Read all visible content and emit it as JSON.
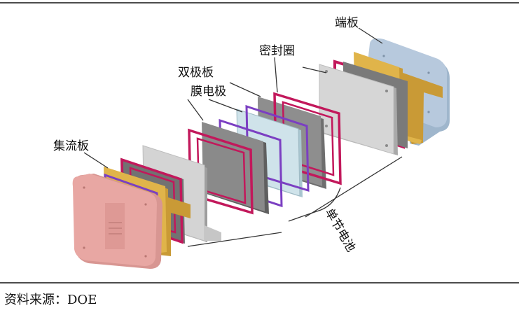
{
  "labels": {
    "end_plate": "端板",
    "gasket": "密封圈",
    "bipolar_plate": "双极板",
    "mea": "膜电极",
    "current_collector": "集流板",
    "single_cell": "单节电池"
  },
  "source": "资料来源：DOE",
  "colors": {
    "end_plate_right": "#b7c9dd",
    "end_plate_left": "#e8a7a3",
    "current_collector": "#e0b44a",
    "gasket": "#c2185b",
    "membrane_gasket": "#7b3fc2",
    "mea": "#cfe3ea",
    "bipolar_plate": "#8e8e8e",
    "metal_plate": "#d6d6d6"
  }
}
